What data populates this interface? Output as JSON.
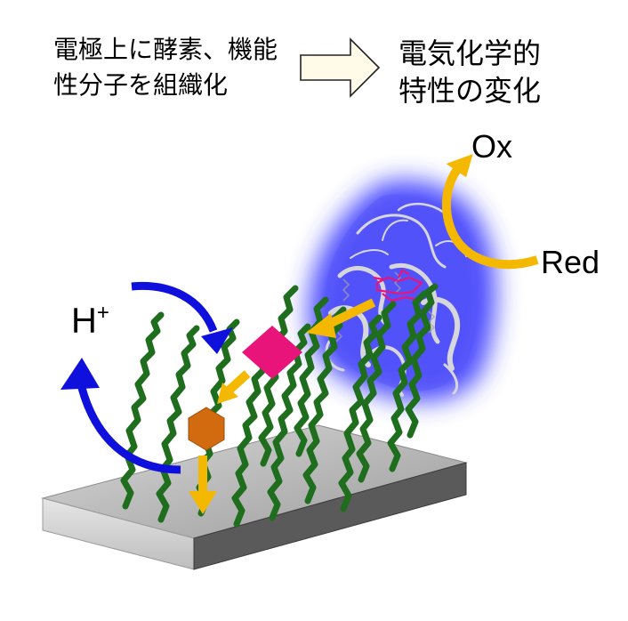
{
  "caption": {
    "left_line1": "電極上に酵素、機能",
    "left_line2": "性分子を組織化",
    "right_line1": "電気化学的",
    "right_line2": "特性の変化"
  },
  "labels": {
    "ox": "Ox",
    "red": "Red",
    "proton": "H",
    "proton_charge": "+"
  },
  "colors": {
    "flow_arrow": "#f5b800",
    "proton_cycle": "#1010dd",
    "enzyme_glow": "#3a3aff",
    "mediator_diamond": "#e8147a",
    "mediator_hexagon": "#d26a10",
    "molecular_wire": "#1e6e1e",
    "electrode_top": "#c4c4c4",
    "electrode_side": "#5a5a5a"
  }
}
